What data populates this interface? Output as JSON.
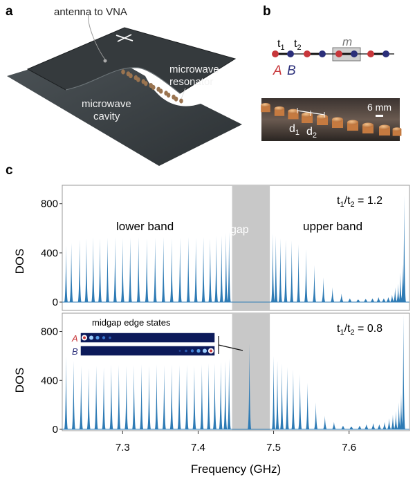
{
  "panels": {
    "a": {
      "letter": "a",
      "labels": {
        "antenna": "antenna to VNA",
        "resonator_line1": "microwave",
        "resonator_line2": "resonator",
        "cavity_line1": "microwave",
        "cavity_line2": "cavity"
      }
    },
    "b": {
      "letter": "b",
      "chain": {
        "hopping1": "t",
        "hopping1_sub": "1",
        "hopping2": "t",
        "hopping2_sub": "2",
        "site_a": "A",
        "site_b": "B",
        "unit_cell": "m"
      },
      "photo": {
        "scale": "6 mm",
        "distance1": "d",
        "distance1_sub": "1",
        "distance2": "d",
        "distance2_sub": "2"
      }
    },
    "c": {
      "letter": "c",
      "ylabel": "DOS",
      "xlabel": "Frequency (GHz)",
      "top_ratio_t": "t",
      "top_ratio_sub1": "1",
      "top_ratio_slash": "/t",
      "top_ratio_sub2": "2",
      "top_ratio_value": " = 1.2",
      "bottom_ratio_value": " = 0.8",
      "lower_band": "lower band",
      "upper_band": "upper band",
      "gap": "gap",
      "inset_title": "midgap edge states",
      "inset_a": "A",
      "inset_b": "B"
    }
  },
  "colors": {
    "dos_fill": "#2e7bb5",
    "gap_fill": "#c8c8c8",
    "site_a": "#c8373b",
    "site_b": "#2b2f7a",
    "cavity_dark": "#3a4044",
    "inset_bg": "#0c1a5a"
  },
  "chart_data": [
    {
      "type": "area",
      "title": "",
      "xlabel": "Frequency (GHz)",
      "ylabel": "DOS",
      "xlim": [
        7.22,
        7.68
      ],
      "ylim": [
        0,
        950
      ],
      "yticks": [
        0,
        400,
        800
      ],
      "xticks": [
        7.3,
        7.4,
        7.5,
        7.6
      ],
      "gap_region": [
        7.445,
        7.495
      ],
      "series": [
        {
          "name": "t1/t2 = 1.2",
          "peaks_x": [
            7.225,
            7.232,
            7.243,
            7.252,
            7.261,
            7.27,
            7.28,
            7.29,
            7.3,
            7.31,
            7.321,
            7.332,
            7.343,
            7.354,
            7.365,
            7.376,
            7.387,
            7.397,
            7.407,
            7.416,
            7.424,
            7.431,
            7.437,
            7.441,
            7.499,
            7.503,
            7.509,
            7.516,
            7.524,
            7.533,
            7.543,
            7.554,
            7.566,
            7.578,
            7.59,
            7.601,
            7.612,
            7.622,
            7.631,
            7.639,
            7.646,
            7.652,
            7.657,
            7.661,
            7.665,
            7.668,
            7.671,
            7.673
          ],
          "peaks_y": [
            460,
            480,
            510,
            520,
            530,
            520,
            525,
            530,
            520,
            525,
            530,
            520,
            525,
            530,
            520,
            525,
            530,
            525,
            530,
            520,
            540,
            540,
            560,
            570,
            560,
            540,
            520,
            510,
            500,
            470,
            430,
            300,
            200,
            120,
            70,
            30,
            20,
            25,
            30,
            40,
            30,
            40,
            60,
            120,
            150,
            240,
            310,
            870
          ]
        },
        {
          "name": "t1/t2 = 0.8",
          "peaks_x": [
            7.225,
            7.235,
            7.245,
            7.255,
            7.265,
            7.275,
            7.285,
            7.295,
            7.305,
            7.315,
            7.325,
            7.335,
            7.345,
            7.355,
            7.365,
            7.375,
            7.385,
            7.395,
            7.405,
            7.414,
            7.422,
            7.43,
            7.436,
            7.441,
            7.468,
            7.5,
            7.505,
            7.511,
            7.518,
            7.526,
            7.535,
            7.545,
            7.556,
            7.568,
            7.58,
            7.592,
            7.603,
            7.614,
            7.623,
            7.632,
            7.64,
            7.647,
            7.653,
            7.658,
            7.662,
            7.666,
            7.669,
            7.672,
            7.674
          ],
          "peaks_y": [
            600,
            560,
            520,
            500,
            520,
            510,
            530,
            525,
            520,
            525,
            530,
            520,
            530,
            525,
            530,
            525,
            530,
            520,
            530,
            540,
            540,
            550,
            560,
            580,
            700,
            600,
            560,
            540,
            510,
            490,
            450,
            380,
            220,
            110,
            60,
            30,
            20,
            30,
            40,
            50,
            40,
            60,
            90,
            120,
            150,
            220,
            300,
            940
          ]
        }
      ]
    }
  ]
}
